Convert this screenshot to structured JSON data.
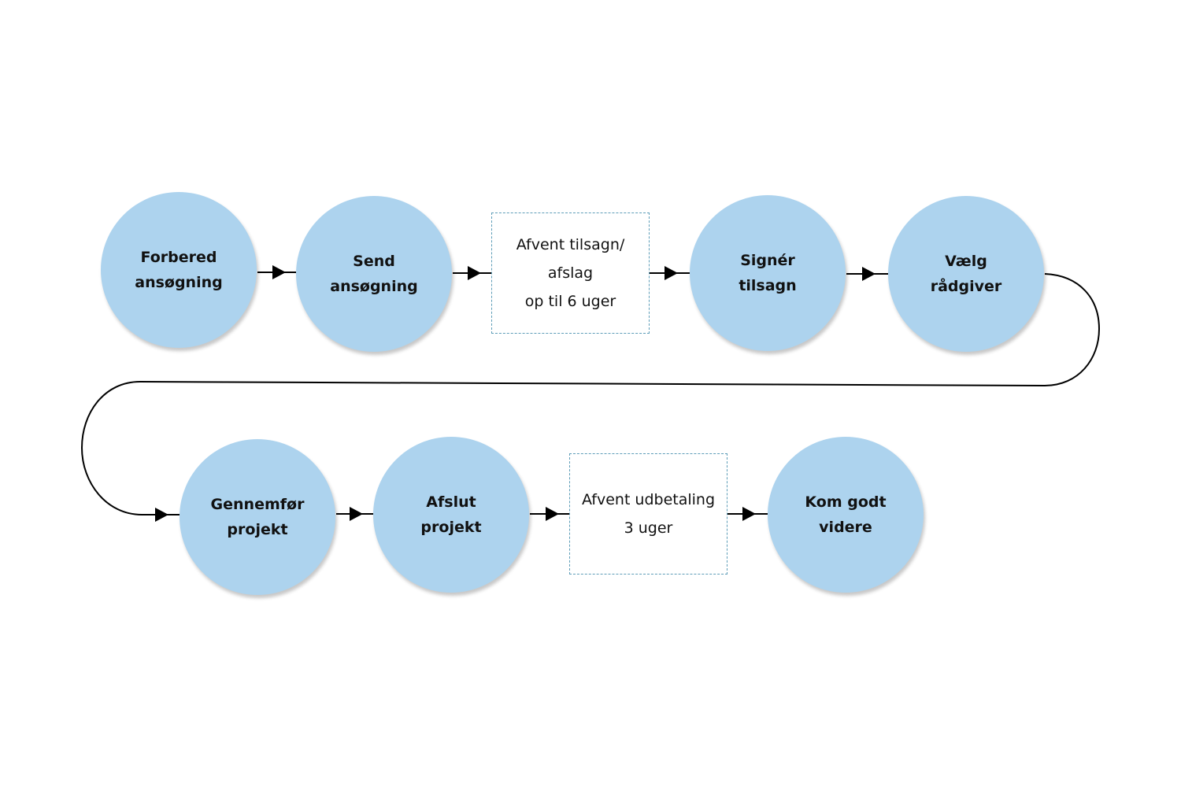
{
  "diagram": {
    "node_fill": "#add3ee",
    "box_border": "#5d9db8",
    "connector_color": "#000000",
    "row1": {
      "n1": {
        "line1": "Forbered",
        "line2": "ansøgning"
      },
      "n2": {
        "line1": "Send",
        "line2": "ansøgning"
      },
      "wait": {
        "line1": "Afvent tilsagn/",
        "line2": "afslag",
        "line3": "op til 6 uger"
      },
      "n3": {
        "line1": "Signér",
        "line2": "tilsagn"
      },
      "n4": {
        "line1": "Vælg",
        "line2": "rådgiver"
      }
    },
    "row2": {
      "n5": {
        "line1": "Gennemfør",
        "line2": "projekt"
      },
      "n6": {
        "line1": "Afslut",
        "line2": "projekt"
      },
      "wait": {
        "line1": "Afvent udbetaling",
        "line2": "3 uger"
      },
      "n7": {
        "line1": "Kom godt",
        "line2": "videre"
      }
    }
  }
}
